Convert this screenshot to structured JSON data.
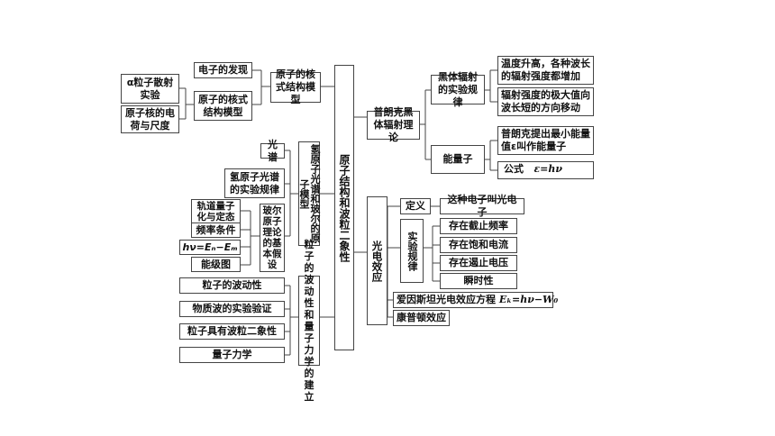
{
  "center": {
    "title": "原子结构和波粒二象性"
  },
  "left": {
    "atom_structure": "原子的核式结构模型",
    "electron_discovery": "电子的发现",
    "nuclear_model": "原子的核式结构模型",
    "alpha_scattering": "α粒子散射实验",
    "nucleus_size": "原子核的电荷与尺度",
    "hydrogen_group": "氢原子光谱和玻尔的原子模型",
    "spectrum": "光谱",
    "hydrogen_spectrum": "氢原子光谱的实验规律",
    "bohr_hypothesis": "玻尔原子理论的基本假设",
    "orbit_quantization": "轨道量子化与定态",
    "frequency_condition": "频率条件",
    "bohr_formula": "hν=Eₙ−Eₘ",
    "energy_level": "能级图",
    "wave_particle_group": "粒子的波动性和量子力学的建立",
    "particle_wave": "粒子的波动性",
    "matter_wave": "物质波的实验验证",
    "duality": "粒子具有波粒二象性",
    "quantum_mechanics": "量子力学"
  },
  "right": {
    "planck_theory": "普朗克黑体辐射理论",
    "blackbody_rules": "黑体辐射的实验规律",
    "temp_rise": "温度升高，各种波长的辐射强度都增加",
    "max_shift": "辐射强度的极大值向波长短的方向移动",
    "quantum": "能量子",
    "planck_proposal": "普朗克提出最小能量值ε叫作能量子",
    "formula_label": "公式",
    "formula": "ε=hν",
    "photoelectric": "光电效应",
    "definition": "定义",
    "photoelectron": "这种电子叫光电子",
    "exp_rules": "实验规律",
    "cutoff_freq": "存在截止频率",
    "saturation_current": "存在饱和电流",
    "stopping_voltage": "存在遏止电压",
    "instant": "瞬时性",
    "einstein_eq_label": "爱因斯坦光电效应方程",
    "einstein_eq": "Eₖ=hν−W₀",
    "compton": "康普顿效应"
  }
}
